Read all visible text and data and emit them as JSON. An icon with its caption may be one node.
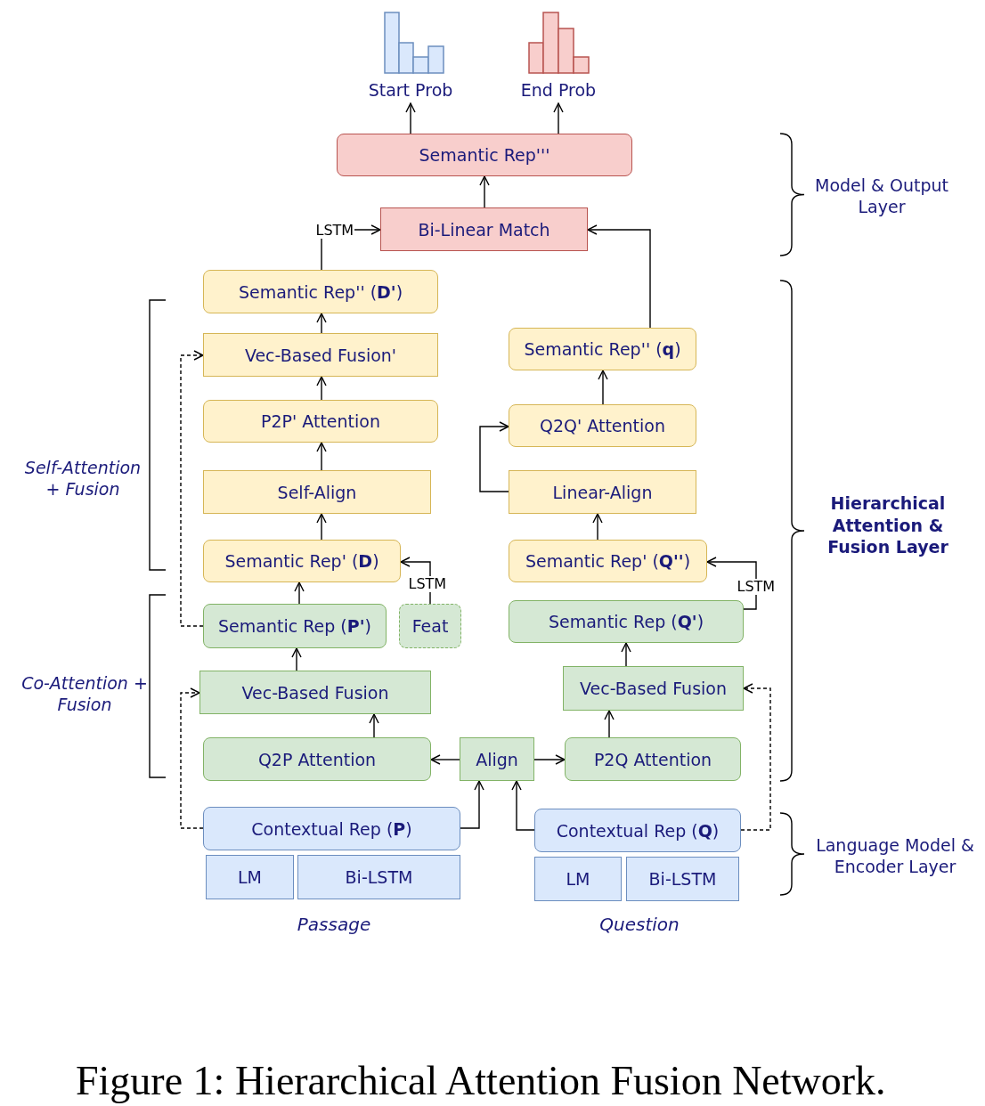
{
  "diagram": {
    "caption": "Figure 1: Hierarchical Attention Fusion Network.",
    "nodes": [
      {
        "text": [
          "Start Prob"
        ]
      },
      {
        "text": [
          "End Prob"
        ]
      },
      {
        "text": [
          "Semantic Rep'''"
        ]
      },
      {
        "text": [
          "Bi-Linear Match"
        ]
      },
      {
        "text": [
          "Semantic Rep'' (**D'**)"
        ]
      },
      {
        "text": [
          "Vec-Based Fusion'"
        ]
      },
      {
        "text": [
          "Semantic Rep'' (**q**)"
        ]
      },
      {
        "text": [
          "P2P' Attention"
        ]
      },
      {
        "text": [
          "Q2Q' Attention"
        ]
      },
      {
        "text": [
          "Self-Align"
        ]
      },
      {
        "text": [
          "Linear-Align"
        ]
      },
      {
        "text": [
          "Semantic Rep' (**D**)"
        ]
      },
      {
        "text": [
          "Semantic Rep' (**Q''**)"
        ]
      },
      {
        "text": [
          "Semantic Rep (**P'**)"
        ]
      },
      {
        "text": [
          "Feat"
        ]
      },
      {
        "text": [
          "Semantic Rep (**Q'**)"
        ]
      },
      {
        "text": [
          "Vec-Based Fusion"
        ]
      },
      {
        "text": [
          "Vec-Based Fusion"
        ]
      },
      {
        "text": [
          "Q2P Attention"
        ]
      },
      {
        "text": [
          "Align"
        ]
      },
      {
        "text": [
          "P2Q Attention"
        ]
      },
      {
        "text": [
          "Contextual Rep (**P**)"
        ]
      },
      {
        "text": [
          "Contextual Rep (**Q**)"
        ]
      },
      {
        "text": [
          "LM"
        ]
      },
      {
        "text": [
          "Bi-LSTM"
        ]
      },
      {
        "text": [
          "LM"
        ]
      },
      {
        "text": [
          "Bi-LSTM"
        ]
      }
    ],
    "edges": [
      {
        "from": 2,
        "to": 0,
        "arrow": "to"
      },
      {
        "from": 2,
        "to": 1,
        "arrow": "to"
      },
      {
        "from": 3,
        "to": 2,
        "arrow": "to"
      },
      {
        "from": 4,
        "to": 3,
        "arrow": "to",
        "label": "LSTM"
      },
      {
        "from": 6,
        "to": 3,
        "arrow": "to"
      },
      {
        "from": 5,
        "to": 4,
        "arrow": "to"
      },
      {
        "from": 7,
        "to": 5,
        "arrow": "to"
      },
      {
        "from": 9,
        "to": 7,
        "arrow": "to"
      },
      {
        "from": 11,
        "to": 9,
        "arrow": "to"
      },
      {
        "from": 13,
        "to": 11,
        "arrow": "to"
      },
      {
        "from": 14,
        "to": 11,
        "arrow": "to",
        "label": "LSTM"
      },
      {
        "from": 10,
        "to": 8,
        "arrow": "to"
      },
      {
        "from": 8,
        "to": 6,
        "arrow": "to"
      },
      {
        "from": 12,
        "to": 10,
        "arrow": "to"
      },
      {
        "from": 15,
        "to": 12,
        "arrow": "to",
        "label": "LSTM"
      },
      {
        "from": 16,
        "to": 13,
        "arrow": "to"
      },
      {
        "from": 18,
        "to": 16,
        "arrow": "to"
      },
      {
        "from": 17,
        "to": 15,
        "arrow": "to"
      },
      {
        "from": 20,
        "to": 17,
        "arrow": "to"
      },
      {
        "from": 19,
        "to": 18,
        "arrow": "to"
      },
      {
        "from": 19,
        "to": 20,
        "arrow": "to"
      },
      {
        "from": 21,
        "to": 19,
        "arrow": "to"
      },
      {
        "from": 22,
        "to": 19,
        "arrow": "to"
      },
      {
        "from": 13,
        "to": 5,
        "arrow": "to",
        "style": "dashed"
      },
      {
        "from": 21,
        "to": 16,
        "arrow": "to",
        "style": "dashed"
      },
      {
        "from": 22,
        "to": 17,
        "arrow": "to",
        "style": "dashed"
      }
    ],
    "labels": [
      "Self-Attention + Fusion",
      "Co-Attention + Fusion",
      "Model & Output Layer",
      "Hierarchical Attention & Fusion Layer",
      "Language Model & Encoder Layer",
      "Passage",
      "Question"
    ]
  }
}
